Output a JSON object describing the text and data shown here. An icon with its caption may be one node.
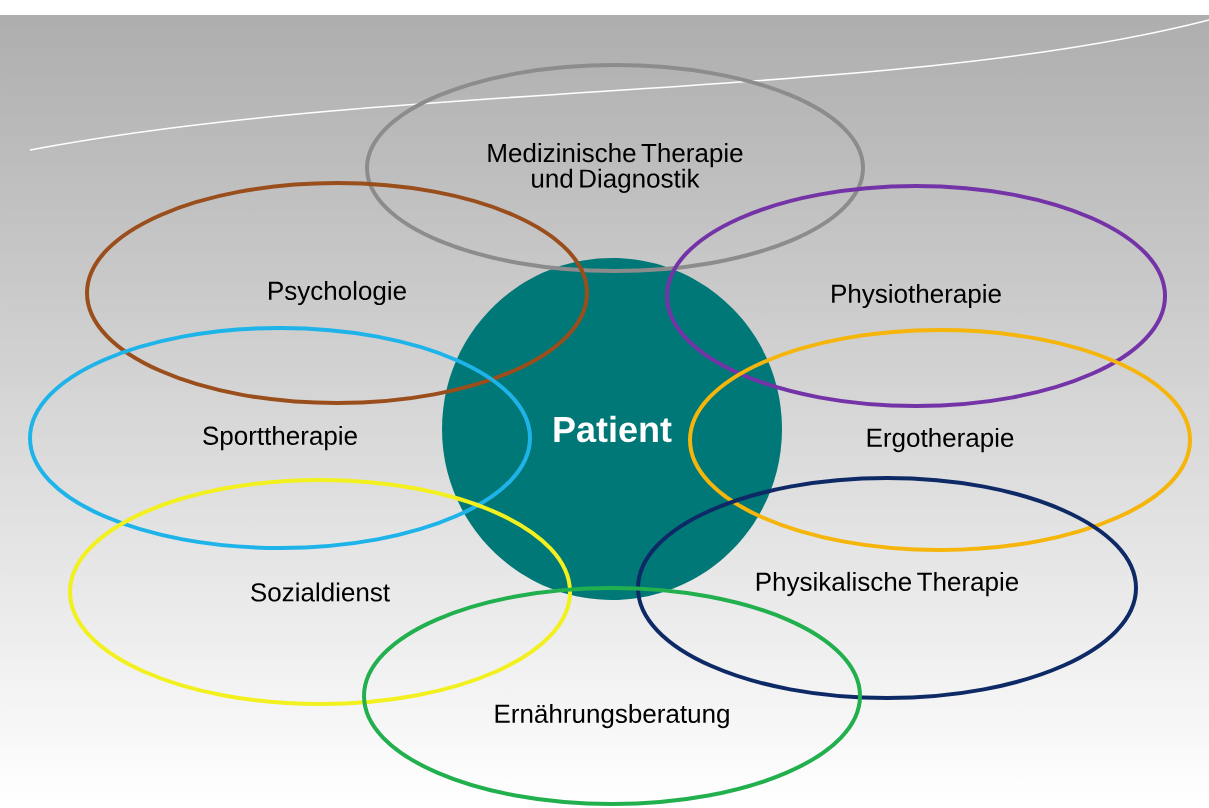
{
  "diagram": {
    "nodes": [
      {
        "text": [
          "Patient"
        ]
      },
      {
        "text": [
          "Medizinische Therapie und Diagnostik"
        ]
      },
      {
        "text": [
          "Psychologie"
        ]
      },
      {
        "text": [
          "Physiotherapie"
        ]
      },
      {
        "text": [
          "Sporttherapie"
        ]
      },
      {
        "text": [
          "Ergotherapie"
        ]
      },
      {
        "text": [
          "Sozialdienst"
        ]
      },
      {
        "text": [
          "Physikalische Therapie"
        ]
      },
      {
        "text": [
          "Ernährungsberatung"
        ]
      }
    ]
  }
}
